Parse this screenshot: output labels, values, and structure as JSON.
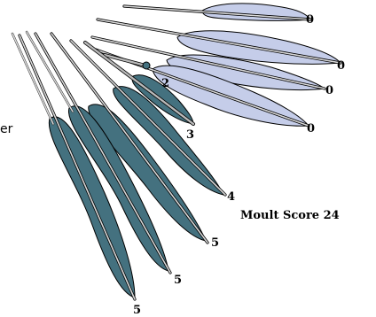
{
  "caption": "Moult Score 24",
  "edge_fragment": "er",
  "colors": {
    "new_feather": "#44717f",
    "old_feather": "#c5cde9",
    "shaft": "#d8d8d8",
    "shaft_growing": "#b9b9b9",
    "outline": "#000000"
  },
  "feathers": [
    {
      "label": "5",
      "state": "new",
      "score": 5
    },
    {
      "label": "5",
      "state": "new",
      "score": 5
    },
    {
      "label": "5",
      "state": "new",
      "score": 5
    },
    {
      "label": "4",
      "state": "growing",
      "score": 4
    },
    {
      "label": "3",
      "state": "growing",
      "score": 3
    },
    {
      "label": "2",
      "state": "growing",
      "score": 2
    },
    {
      "label": "0",
      "state": "old",
      "score": 0
    },
    {
      "label": "0",
      "state": "old",
      "score": 0
    },
    {
      "label": "0",
      "state": "old",
      "score": 0
    },
    {
      "label": "0",
      "state": "old",
      "score": 0
    }
  ]
}
